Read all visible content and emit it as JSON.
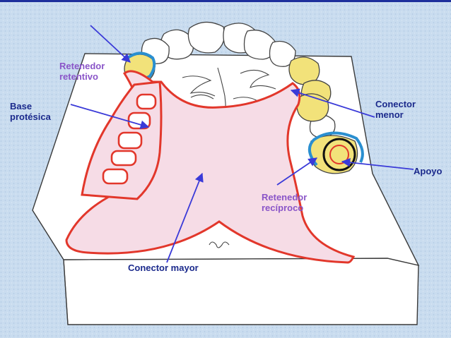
{
  "labels": {
    "retenedor_retentivo": "Retenedor\nretentivo",
    "base_protesica": "Base\nprotésica",
    "conector_menor": "Conector\nmenor",
    "apoyo": "Apoyo",
    "retenedor_reciproco": "Retenedor\nrecíproco",
    "conector_mayor": "Conector mayor"
  },
  "colors": {
    "background": "#c9dcef",
    "framework_red": "#e2372b",
    "base_pink": "#f6dce6",
    "tooth_yellow": "#f2e27a",
    "clasp_blue": "#2a8fd0",
    "arrow_blue": "#3a3ad8",
    "label_navy": "#1b2a8c",
    "label_purple": "#8a55c8"
  },
  "icons": [
    "arrow-icon",
    "tooth-icon",
    "rest-circle-icon"
  ]
}
